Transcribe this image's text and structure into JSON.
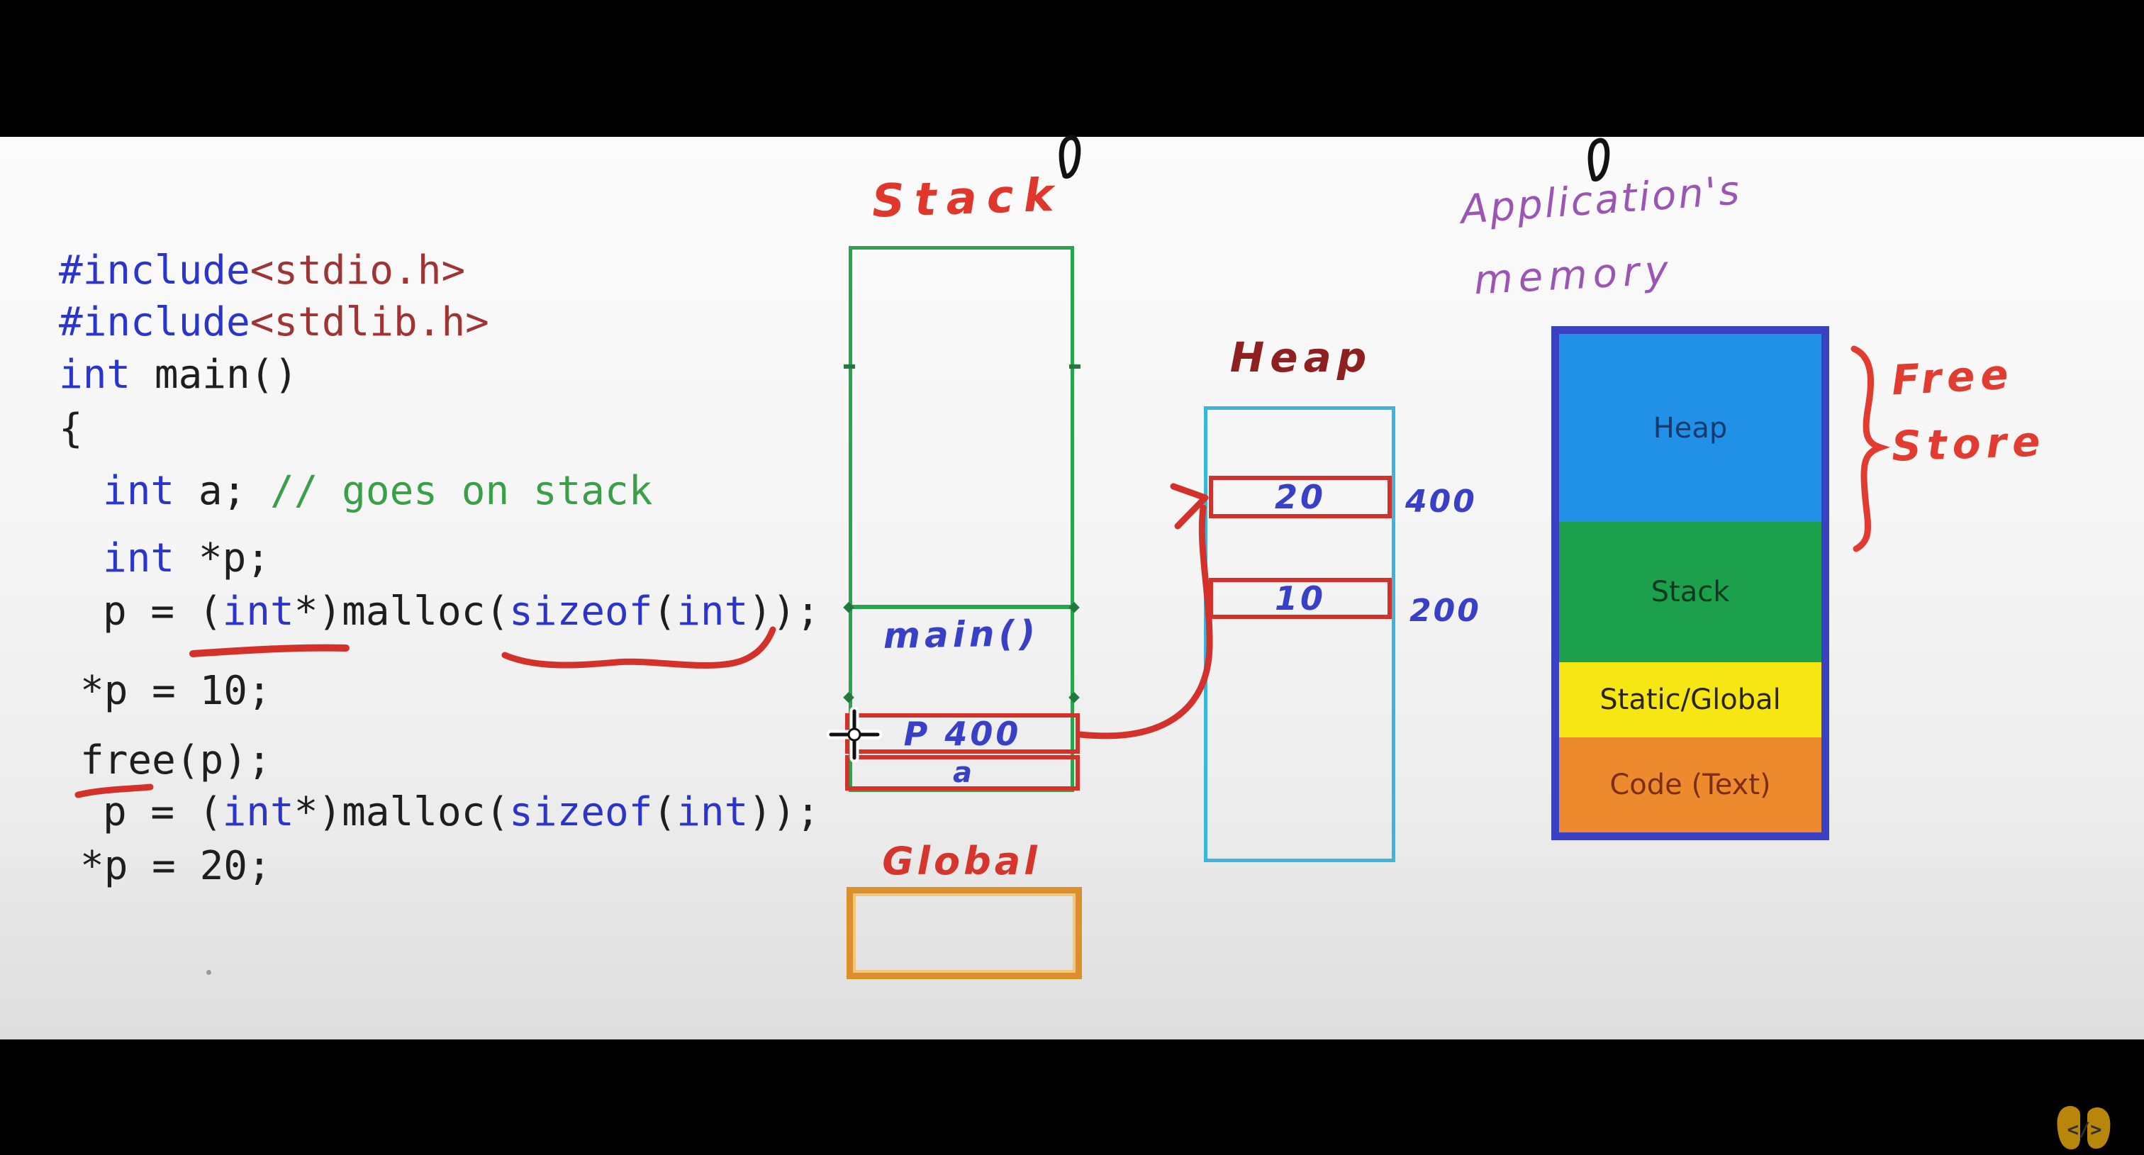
{
  "code": {
    "lines": [
      {
        "segs": [
          {
            "t": "#include",
            "c": "kw"
          },
          {
            "t": "<stdio.h>",
            "c": "hdr"
          }
        ]
      },
      {
        "segs": [
          {
            "t": "#include",
            "c": "kw"
          },
          {
            "t": "<stdlib.h>",
            "c": "hdr"
          }
        ]
      },
      {
        "segs": [
          {
            "t": "int",
            "c": "kw"
          },
          {
            "t": " main()",
            "c": "plain"
          }
        ]
      },
      {
        "segs": [
          {
            "t": "{",
            "c": "plain"
          }
        ]
      },
      {
        "segs": [
          {
            "t": "int",
            "c": "kw"
          },
          {
            "t": " a; ",
            "c": "plain"
          },
          {
            "t": "// goes on stack",
            "c": "cmt"
          }
        ]
      },
      {
        "segs": [
          {
            "t": "int",
            "c": "kw"
          },
          {
            "t": " *p;",
            "c": "plain"
          }
        ]
      },
      {
        "segs": [
          {
            "t": "p = (",
            "c": "plain"
          },
          {
            "t": "int",
            "c": "kw"
          },
          {
            "t": "*)malloc(",
            "c": "plain"
          },
          {
            "t": "sizeof",
            "c": "kw"
          },
          {
            "t": "(",
            "c": "plain"
          },
          {
            "t": "int",
            "c": "kw"
          },
          {
            "t": "));",
            "c": "plain"
          }
        ]
      },
      {
        "segs": [
          {
            "t": "*p = 10;",
            "c": "plain"
          }
        ]
      },
      {
        "segs": [
          {
            "t": "free(p);",
            "c": "plain"
          }
        ]
      },
      {
        "segs": [
          {
            "t": "p = (",
            "c": "plain"
          },
          {
            "t": "int",
            "c": "kw"
          },
          {
            "t": "*)malloc(",
            "c": "plain"
          },
          {
            "t": "sizeof",
            "c": "kw"
          },
          {
            "t": "(",
            "c": "plain"
          },
          {
            "t": "int",
            "c": "kw"
          },
          {
            "t": "));",
            "c": "plain"
          }
        ]
      },
      {
        "segs": [
          {
            "t": "*p = 20;",
            "c": "plain"
          }
        ]
      }
    ]
  },
  "stack_diagram": {
    "title": "Stack",
    "frame_label": "main()",
    "pointer_cell": "P 400",
    "var_cell": "a",
    "global_title": "Global"
  },
  "heap_diagram": {
    "title": "Heap",
    "cells": [
      {
        "value": "20",
        "address": "400"
      },
      {
        "value": "10",
        "address": "200"
      }
    ]
  },
  "memory_map": {
    "title_line1": "Application's",
    "title_line2": "memory",
    "segments": [
      {
        "label": "Heap",
        "color": "#2191e8",
        "label_color": "#16396e"
      },
      {
        "label": "Stack",
        "color": "#1da04c",
        "label_color": "#0c3a20"
      },
      {
        "label": "Static/Global",
        "color": "#f6e714",
        "label_color": "#2b2400"
      },
      {
        "label": "Code (Text)",
        "color": "#ee8a2e",
        "label_color": "#7c2d16"
      }
    ],
    "annotation_line1": "Free",
    "annotation_line2": "Store"
  },
  "logo": {
    "glyph": "</>"
  },
  "colors": {
    "kw": "#2b35cc",
    "hdr": "#9e3434",
    "cmt": "#3aa048",
    "plain": "#1e1e1e",
    "red": "#d3312a",
    "green": "#2aa44f",
    "cyan": "#3ab5dc",
    "orangeBorder": "#dc8f2e",
    "mapBorder": "#3a40c2",
    "handBlue": "#3840c8",
    "handRedTitle": "#e0372c",
    "handMaroon": "#8e2020",
    "handPurple": "#9b55b5",
    "annotationRed": "#e23c31",
    "logoGold": "#b8860b"
  }
}
